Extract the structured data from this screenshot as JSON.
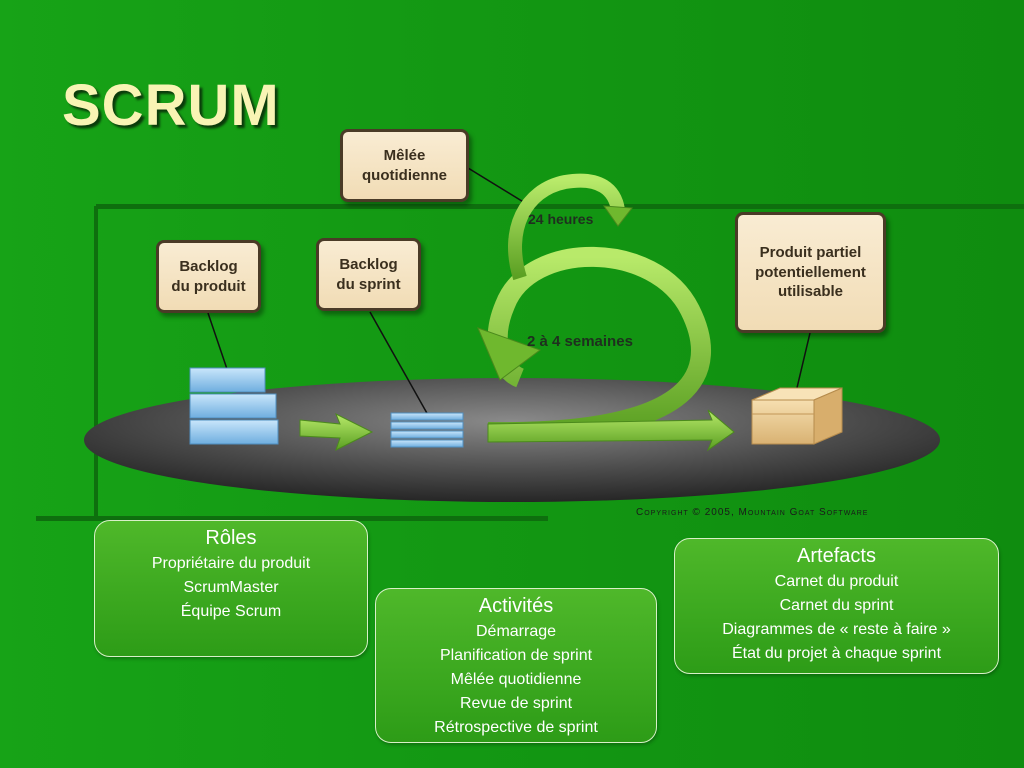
{
  "slide": {
    "title": "SCRUM",
    "copyright": "Copyright © 2005, Mountain Goat Software"
  },
  "diagram": {
    "box_product_backlog": "Backlog\ndu produit",
    "box_sprint_backlog": "Backlog\ndu sprint",
    "box_daily_scrum": "Mêlée\nquotidienne",
    "box_increment": "Produit partiel\npotentiellement\nutilisable",
    "label_24h": "24 heures",
    "label_sprint_length": "2 à 4 semaines",
    "colors": {
      "background": "#149a14",
      "arrow_green": "#7cc43a",
      "platform": "#5a5a5a",
      "box_fill": "#f5e3c3",
      "backlog_blue": "#8cc4ea",
      "crate": "#e9c98d"
    }
  },
  "panels": {
    "roles": {
      "title": "Rôles",
      "items": [
        "Propriétaire du produit",
        "ScrumMaster",
        "Équipe Scrum"
      ]
    },
    "activities": {
      "title": "Activités",
      "items": [
        "Démarrage",
        "Planification de sprint",
        "Mêlée quotidienne",
        "Revue de sprint",
        "Rétrospective de sprint"
      ]
    },
    "artifacts": {
      "title": "Artefacts",
      "items": [
        "Carnet du produit",
        "Carnet du sprint",
        "Diagrammes de « reste à faire »",
        "État du projet à chaque sprint"
      ]
    }
  }
}
